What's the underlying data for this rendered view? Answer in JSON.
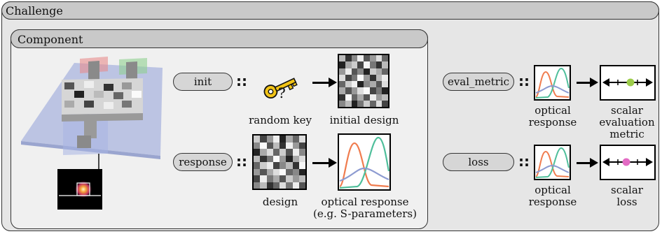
{
  "colors": {
    "challenge_bg": "#e6e6e6",
    "header_bg": "#c9c9c9",
    "component_bg": "#f0f0f0",
    "orange": "#f07c4e",
    "green": "#4fbf9b",
    "blue": "#8d9bd1",
    "key": "#f2c417",
    "metric_dot_green": "#9ccc4a",
    "metric_dot_pink": "#e36bc4"
  },
  "challenge": {
    "title": "Challenge"
  },
  "component": {
    "title": "Component"
  },
  "rows": {
    "init": {
      "label": "init",
      "operator": "::",
      "key_symbol": "?",
      "input_caption": "random key",
      "output_caption": "initial design"
    },
    "response": {
      "label": "response",
      "operator": "::",
      "input_caption": "design",
      "output_caption_line1": "optical response",
      "output_caption_line2": "(e.g. S-parameters)"
    },
    "eval_metric": {
      "label": "eval_metric",
      "operator": "::",
      "input_caption_line1": "optical",
      "input_caption_line2": "response",
      "output_caption_line1": "scalar",
      "output_caption_line2": "evaluation",
      "output_caption_line3": "metric"
    },
    "loss": {
      "label": "loss",
      "operator": "::",
      "input_caption_line1": "optical",
      "input_caption_line2": "response",
      "output_caption_line1": "scalar",
      "output_caption_line2": "loss"
    }
  },
  "icons": {
    "key": "key-icon",
    "device": "photonic-device-illustration",
    "field": "field-profile-icon",
    "design": "pixel-design-icon",
    "spectrum": "optical-spectrum-icon",
    "scalar": "scalar-number-line-icon"
  }
}
